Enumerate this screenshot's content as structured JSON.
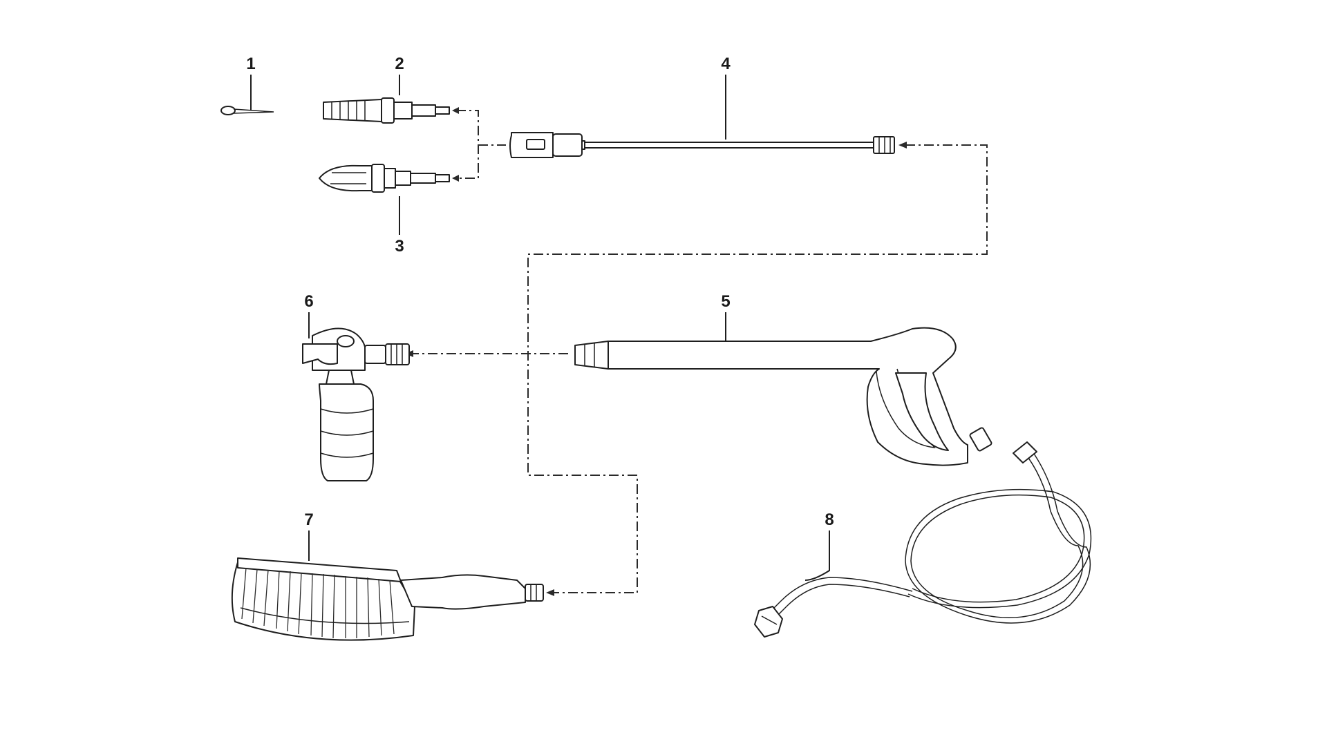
{
  "parts": [
    {
      "id": "1",
      "label": "1"
    },
    {
      "id": "2",
      "label": "2"
    },
    {
      "id": "3",
      "label": "3"
    },
    {
      "id": "4",
      "label": "4"
    },
    {
      "id": "5",
      "label": "5"
    },
    {
      "id": "6",
      "label": "6"
    },
    {
      "id": "7",
      "label": "7"
    },
    {
      "id": "8",
      "label": "8"
    }
  ],
  "colors": {
    "line": "#1e1e1e",
    "background": "#ffffff"
  }
}
